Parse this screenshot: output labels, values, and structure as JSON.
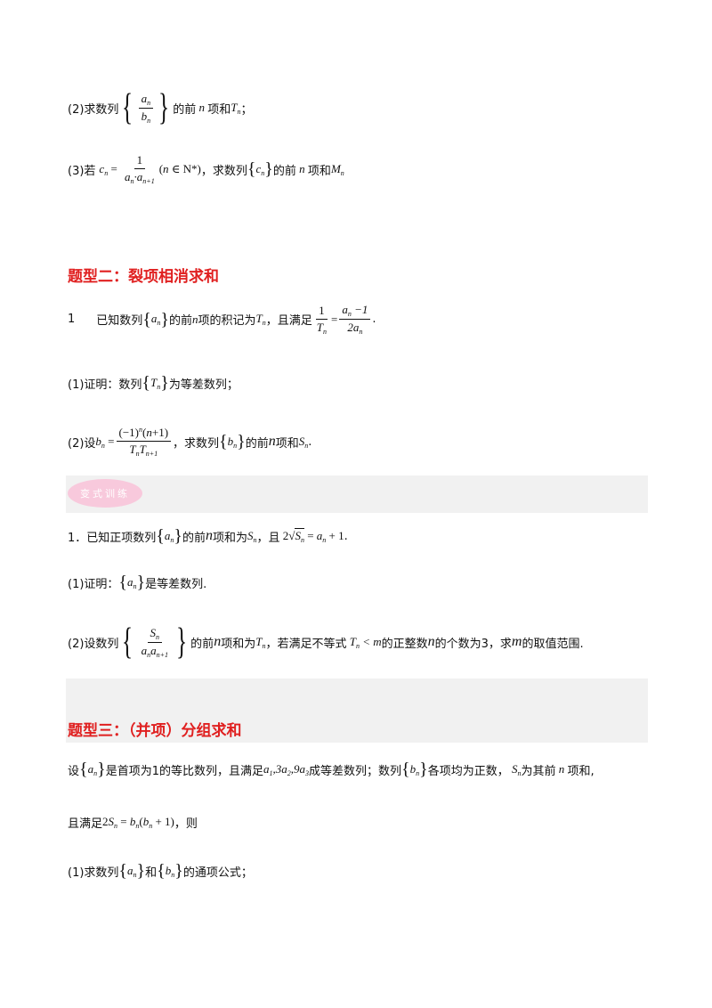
{
  "block1": {
    "p2_label": "(2)求数列",
    "p2_text_a": "的前",
    "p2_text_b": "项和",
    "p2_text_c": "；",
    "p3_label": "(3)若",
    "p3_text_a": "，求数列",
    "p3_text_b": "的前",
    "p3_text_c": "项和"
  },
  "section2": {
    "heading": "题型二：裂项相消求和",
    "q1_num": "1",
    "q1_text_a": "已知数列",
    "q1_text_b": "的前",
    "q1_text_c": "项的积记为",
    "q1_text_d": "，且满足",
    "q1_text_e": ".",
    "p1_label": "(1)证明：数列",
    "p1_text": "为等差数列；",
    "p2_label": "(2)设",
    "p2_text_a": "，求数列",
    "p2_text_b": "的前",
    "p2_text_c": "项和",
    "p2_text_d": "."
  },
  "variant": {
    "badge": "变式训练",
    "q1_text_a": "1．已知正项数列",
    "q1_text_b": "的前",
    "q1_text_c": "项和为",
    "q1_text_d": "，且",
    "q1_text_e": ".",
    "p1_label": "(1)证明：",
    "p1_text": "是等差数列.",
    "p2_label": "(2)设数列",
    "p2_text_a": "的前",
    "p2_text_b": "项和为",
    "p2_text_c": "，若满足不等式",
    "p2_text_d": "的正整数",
    "p2_text_e": "的个数为3，求",
    "p2_text_f": "的取值范围."
  },
  "section3": {
    "heading": "题型三：（并项）分组求和",
    "q_text_a": "设",
    "q_text_b": "是首项为1的等比数列，且满足",
    "q_text_c": "成等差数列；数列",
    "q_text_d": "各项均为正数，",
    "q_text_e": "为其前",
    "q_text_f": "项和,",
    "q2_text_a": "且满足",
    "q2_text_b": "，则",
    "p1_label": "(1)求数列",
    "p1_text_a": "和",
    "p1_text_b": "的通项公式；"
  },
  "colors": {
    "heading": "#e02020",
    "band": "#f1f1f1",
    "badge": "#f8c9dc"
  }
}
